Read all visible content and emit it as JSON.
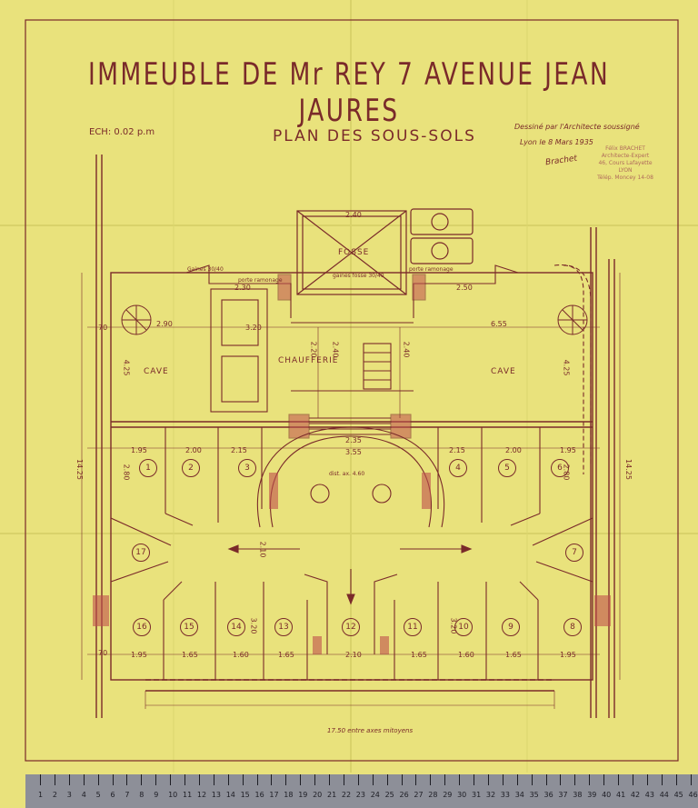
{
  "title": "IMMEUBLE DE Mr REY 7 AVENUE JEAN JAURES",
  "subtitle": "PLAN DES SOUS-SOLS",
  "scale_label": "ECH: 0.02 p.m",
  "note_line1": "Dessiné par l'Architecte soussigné",
  "note_line2": "Lyon le 8 Mars 1935",
  "signature": "Brachet",
  "stamp_lines": [
    "Félix BRACHET",
    "Architecte-Expert",
    "46, Cours Lafayette",
    "LYON",
    "Télép. Moncey 14-08"
  ],
  "rooms": {
    "cave_left": "CAVE",
    "cave_right": "CAVE",
    "boiler": "CHAUFFERIE",
    "pit": "FOSSE"
  },
  "small_labels": {
    "vent_left": "Gaines 30/40",
    "door_left": "porte ramonage",
    "door_right": "porte ramonage",
    "vent_center": "gaines fosse 30/40",
    "width_circle": "dist. ax. 4.60"
  },
  "cellars": [
    "1",
    "2",
    "3",
    "4",
    "5",
    "6",
    "7",
    "8",
    "9",
    "10",
    "11",
    "12",
    "13",
    "14",
    "15",
    "16",
    "17"
  ],
  "dimensions": {
    "top_left": "2.90",
    "top_right": "6.55",
    "boiler_width": "3.20",
    "vent_w1": "2.30",
    "vent_w2": "2.50",
    "fosse_w": "2.40",
    "stairs_w1": "2.35",
    "stairs_w2": "3.55",
    "row1": [
      "1.95",
      "2.00",
      "2.15",
      "2.15",
      "2.00",
      "1.95"
    ],
    "row2": [
      "1.95",
      "1.65",
      "1.60",
      "1.65",
      "2.10",
      "1.65",
      "1.60",
      "1.65",
      "1.95"
    ],
    "height_left": "14.25",
    "height_right": "14.25",
    "v1": "2.20",
    "v2": "2.40",
    "v3": "2.40",
    "v4": "4.25",
    "v5": "4.25",
    "v6": "3.20",
    "v7": "3.20",
    "v8": "2.80",
    "v9": "2.80",
    "v10": "2.10",
    "v11": "70",
    "v12": "70"
  },
  "bottom_note": "17.50 entre axes mitoyens",
  "ruler_numbers": [
    "1",
    "2",
    "3",
    "4",
    "5",
    "6",
    "7",
    "8",
    "9",
    "10",
    "11",
    "12",
    "13",
    "14",
    "15",
    "16",
    "17",
    "18",
    "19",
    "20",
    "21",
    "22",
    "23",
    "24",
    "25",
    "26",
    "27",
    "28",
    "29",
    "30",
    "31",
    "32",
    "33",
    "34",
    "35",
    "36",
    "37",
    "38",
    "39",
    "40",
    "41",
    "42",
    "43",
    "44",
    "45",
    "46"
  ],
  "colors": {
    "paper": "#e9e27c",
    "ink": "#7a2a2a",
    "hatch": "#c0504d",
    "ruler": "#8d8f98"
  }
}
